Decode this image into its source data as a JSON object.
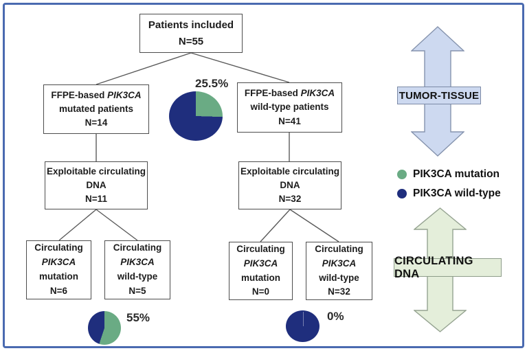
{
  "figure": {
    "title_box": {
      "line1": "Patients included",
      "n": "N=55"
    },
    "tree": {
      "ffpe_mutated": {
        "line1_prefix": "FFPE-based",
        "gene": "PIK3CA",
        "line2": "mutated patients",
        "n": "N=14"
      },
      "ffpe_wildtype": {
        "line1_prefix": "FFPE-based",
        "gene": "PIK3CA",
        "line2": "wild-type patients",
        "n": "N=41"
      },
      "exploitable_left": {
        "line1": "Exploitable circulating",
        "line2": "DNA",
        "n": "N=11"
      },
      "exploitable_right": {
        "line1": "Exploitable circulating",
        "line2": "DNA",
        "n": "N=32"
      },
      "circ_mutation_left": {
        "line1": "Circulating",
        "gene": "PIK3CA",
        "line2": "mutation",
        "n": "N=6"
      },
      "circ_wildtype_left": {
        "line1": "Circulating",
        "gene": "PIK3CA",
        "line2": "wild-type",
        "n": "N=5"
      },
      "circ_mutation_right": {
        "line1": "Circulating",
        "gene": "PIK3CA",
        "line2": "mutation",
        "n": "N=0"
      },
      "circ_wildtype_right": {
        "line1": "Circulating",
        "gene": "PIK3CA",
        "line2": "wild-type",
        "n": "N=32"
      }
    },
    "pies": {
      "tumor_tissue": {
        "label": "25.5%",
        "mutation_pct": 25.5
      },
      "circulating_left": {
        "label": "55%",
        "mutation_pct": 55
      },
      "circulating_right": {
        "label": "0%",
        "mutation_pct": 0
      }
    },
    "legend": {
      "items": [
        {
          "label": "PIK3CA mutation",
          "color": "#6aab84"
        },
        {
          "label": "PIK3CA wild-type",
          "color": "#1f2e7d"
        }
      ]
    },
    "side_labels": {
      "tumor_tissue": "TUMOR-TISSUE",
      "circulating_dna": "CIRCULATING DNA"
    }
  },
  "colors": {
    "mutation_green": "#6aab84",
    "wildtype_navy": "#1f2e7d",
    "arrow_blue_fill": "#cdd9f0",
    "arrow_blue_stroke": "#8593ad",
    "arrow_green_fill": "#e4eeda",
    "arrow_green_stroke": "#95a391",
    "figure_border": "#4a6ab0",
    "connector": "#5a5a5a"
  }
}
